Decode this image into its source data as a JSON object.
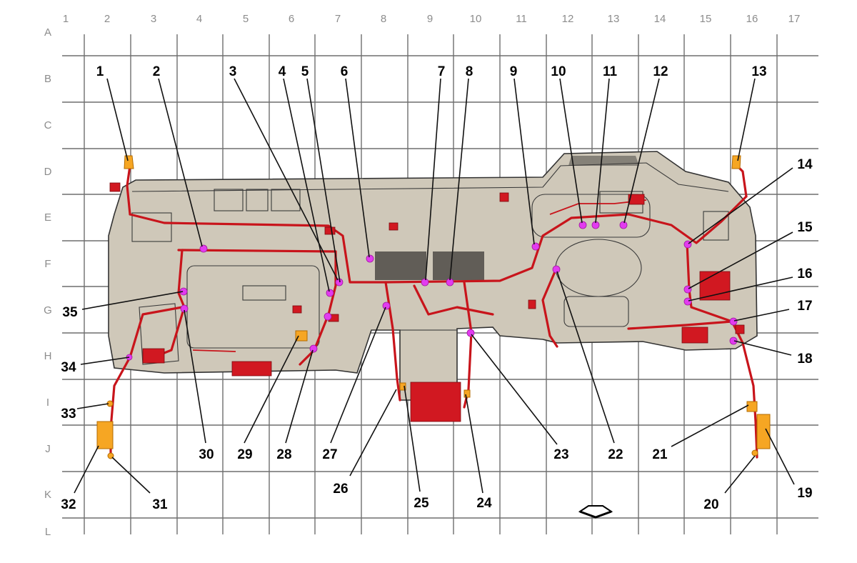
{
  "columns": [
    "1",
    "2",
    "3",
    "4",
    "5",
    "6",
    "7",
    "8",
    "9",
    "10",
    "11",
    "12",
    "13",
    "14",
    "15",
    "16",
    "17"
  ],
  "rows": [
    "A",
    "B",
    "C",
    "D",
    "E",
    "F",
    "G",
    "H",
    "I",
    "J",
    "K",
    "L"
  ],
  "callouts": [
    "1",
    "2",
    "3",
    "4",
    "5",
    "6",
    "7",
    "8",
    "9",
    "10",
    "11",
    "12",
    "13",
    "14",
    "15",
    "16",
    "17",
    "18",
    "19",
    "20",
    "21",
    "22",
    "23",
    "24",
    "25",
    "26",
    "27",
    "28",
    "29",
    "30",
    "31",
    "32",
    "33",
    "34",
    "35"
  ],
  "colors": {
    "grid": "#6e6e6e",
    "dashboard_fill": "#cfc8b9",
    "harness": "#c8141b",
    "connector_dot": "#e23bf0",
    "orange_part": "#f6a623"
  },
  "icons": {
    "front_arrow": "front-direction-arrow-icon"
  }
}
